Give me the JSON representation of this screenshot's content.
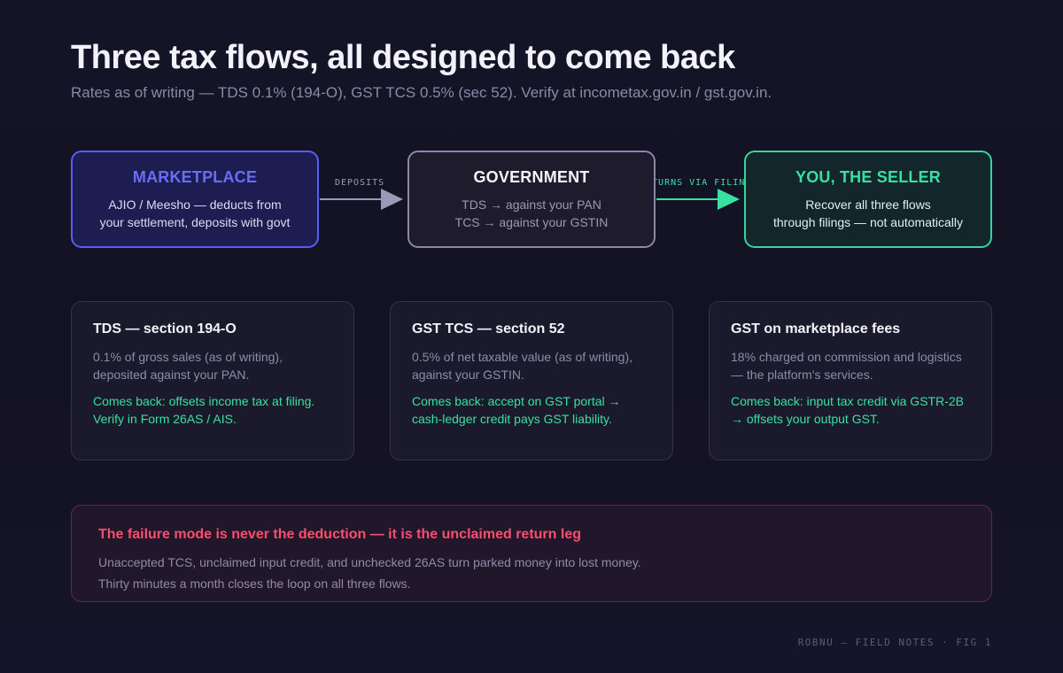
{
  "header": {
    "title": "Three tax flows, all designed to come back",
    "subtitle": "Rates as of writing — TDS 0.1% (194-O), GST TCS 0.5% (sec 52). Verify at incometax.gov.in / gst.gov.in."
  },
  "flow": {
    "nodes": [
      {
        "title": "MARKETPLACE",
        "lines": [
          "AJIO / Meesho — deducts from",
          "your settlement, deposits with govt"
        ]
      },
      {
        "title": "GOVERNMENT",
        "lines": [
          "TDS → against your PAN",
          "TCS → against your GSTIN"
        ]
      },
      {
        "title": "YOU, THE SELLER",
        "lines": [
          "Recover all three flows",
          "through filings — not automatically"
        ]
      }
    ],
    "edges": [
      {
        "label": "DEPOSITS",
        "color": "#9a9ab8"
      },
      {
        "label": "RETURNS VIA FILINGS",
        "color": "#38e0a2"
      }
    ]
  },
  "cards": [
    {
      "title": "TDS — section 194-O",
      "body": "0.1% of gross sales (as of writing), deposited against your PAN.",
      "back": "Comes back: offsets income tax at filing. Verify in Form 26AS / AIS."
    },
    {
      "title": "GST TCS — section 52",
      "body": "0.5% of net taxable value (as of writing), against your GSTIN.",
      "back": "Comes back: accept on GST portal → cash-ledger credit pays GST liability."
    },
    {
      "title": "GST on marketplace fees",
      "body": "18% charged on commission and logistics — the platform's services.",
      "back": "Comes back: input tax credit via GSTR-2B → offsets your output GST."
    }
  ],
  "failure": {
    "title": "The failure mode is never the deduction — it is the unclaimed return leg",
    "lines": [
      "Unaccepted TCS, unclaimed input credit, and unchecked 26AS turn parked money into lost money.",
      "Thirty minutes a month closes the loop on all three flows."
    ]
  },
  "footer": "ROBNU — FIELD NOTES · FIG 1"
}
